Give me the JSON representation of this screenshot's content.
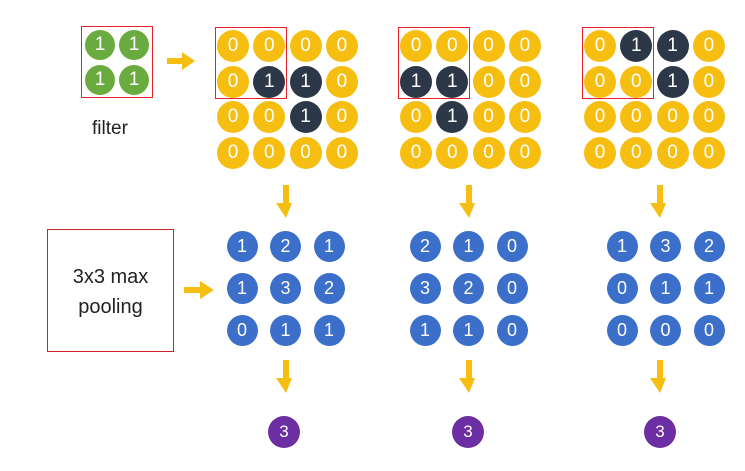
{
  "colors": {
    "zero": "#f7be12",
    "one_dark": "#2c3848",
    "filter_green": "#6aab3f",
    "pooled_blue": "#3b6fc9",
    "result_purple": "#6b2fa3",
    "highlight_red": "#e8202a",
    "arrow_orange": "#f7be12"
  },
  "filter": {
    "label": "filter",
    "values": [
      [
        1,
        1
      ],
      [
        1,
        1
      ]
    ]
  },
  "pooling": {
    "label": "3x3 max\npooling"
  },
  "panels": [
    {
      "input": [
        [
          0,
          0,
          0,
          0
        ],
        [
          0,
          1,
          1,
          0
        ],
        [
          0,
          0,
          1,
          0
        ],
        [
          0,
          0,
          0,
          0
        ]
      ],
      "highlight": "top-left 2x2",
      "output": [
        [
          1,
          2,
          1
        ],
        [
          1,
          3,
          2
        ],
        [
          0,
          1,
          1
        ]
      ],
      "result": 3
    },
    {
      "input": [
        [
          0,
          0,
          0,
          0
        ],
        [
          1,
          1,
          0,
          0
        ],
        [
          0,
          1,
          0,
          0
        ],
        [
          0,
          0,
          0,
          0
        ]
      ],
      "highlight": "top-left 2x2",
      "output": [
        [
          2,
          1,
          0
        ],
        [
          3,
          2,
          0
        ],
        [
          1,
          1,
          0
        ]
      ],
      "result": 3
    },
    {
      "input": [
        [
          0,
          1,
          1,
          0
        ],
        [
          0,
          0,
          1,
          0
        ],
        [
          0,
          0,
          0,
          0
        ],
        [
          0,
          0,
          0,
          0
        ]
      ],
      "highlight": "top-left 2x2",
      "output": [
        [
          1,
          3,
          2
        ],
        [
          0,
          1,
          1
        ],
        [
          0,
          0,
          0
        ]
      ],
      "result": 3
    }
  ]
}
